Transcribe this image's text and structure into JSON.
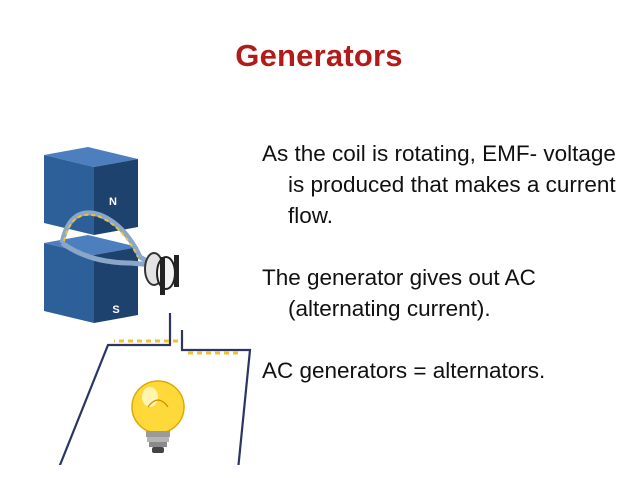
{
  "slide": {
    "title": "Generators",
    "bullets": [
      "As the coil is rotating, EMF- voltage is produced that makes a current flow.",
      "The generator gives out AC (alternating current).",
      "AC generators = alternators."
    ]
  },
  "diagram": {
    "magnet_north_label": "N",
    "magnet_south_label": "S"
  },
  "colors": {
    "title": "#b31b1b",
    "magnet": "#2d5f98",
    "magnet_dark": "#1d426e",
    "wire": "#2c3564",
    "current_dash": "#f2c12e",
    "bulb": "#ffd93a"
  }
}
